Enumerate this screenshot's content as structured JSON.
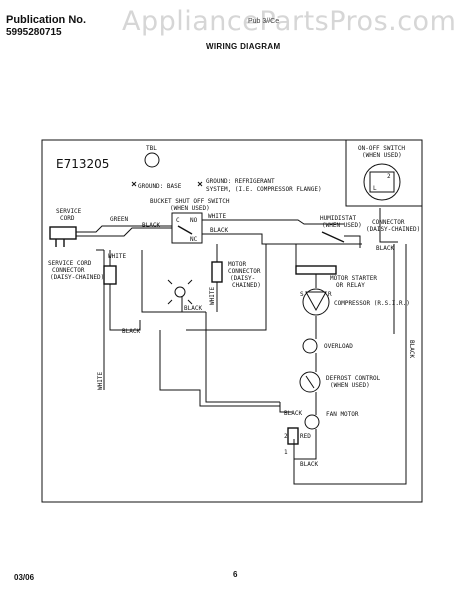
{
  "header": {
    "publication_label": "Publication No.",
    "publication_number": "5995280715",
    "subtitle": "Pub 3//Ce",
    "title": "WIRING DIAGRAM",
    "watermark": "AppliancePartsPros.com"
  },
  "diagram": {
    "model_code": "E713205",
    "symbol_label": "TBL",
    "ground_base": "GROUND: BASE",
    "ground_refrigerant": "GROUND: REFRIGERANT",
    "ground_system": "SYSTEM, (I.E. COMPRESSOR FLANGE)",
    "bucket_switch_1": "BUCKET SHUT OFF SWITCH",
    "bucket_switch_2": "(WHEN USED)",
    "service_cord_1": "SERVICE",
    "service_cord_2": "CORD",
    "service_connector_1": "SERVICE CORD",
    "service_connector_2": "CONNECTOR",
    "service_connector_3": "(DAISY-CHAINED)",
    "motor_connector_1": "MOTOR",
    "motor_connector_2": "CONNECTOR",
    "motor_connector_3": "(DAISY-",
    "motor_connector_4": "CHAINED)",
    "onoff_1": "ON-OFF SWITCH",
    "onoff_2": "(WHEN USED)",
    "humidistat_1": "HUMIDISTAT",
    "humidistat_2": "(WHEN USED)",
    "connector_1": "CONNECTOR",
    "connector_2": "(DAISY-CHAINED)",
    "motor_starter_1": "MOTOR STARTER",
    "motor_starter_2": "OR RELAY",
    "compressor": "COMPRESSOR (R.S.I.R.)",
    "overload": "OVERLOAD",
    "defrost_1": "DEFROST CONTROL",
    "defrost_2": "(WHEN USED)",
    "fan_motor": "FAN MOTOR",
    "wires": {
      "green": "GREEN",
      "black": "BLACK",
      "white": "WHITE",
      "red": "RED"
    },
    "terminals": {
      "c": "C",
      "no": "NO",
      "nc": "NC",
      "l": "L",
      "two": "2",
      "s": "S",
      "r": "R",
      "one": "1"
    }
  },
  "footer": {
    "date": "03/06",
    "page": "6"
  }
}
